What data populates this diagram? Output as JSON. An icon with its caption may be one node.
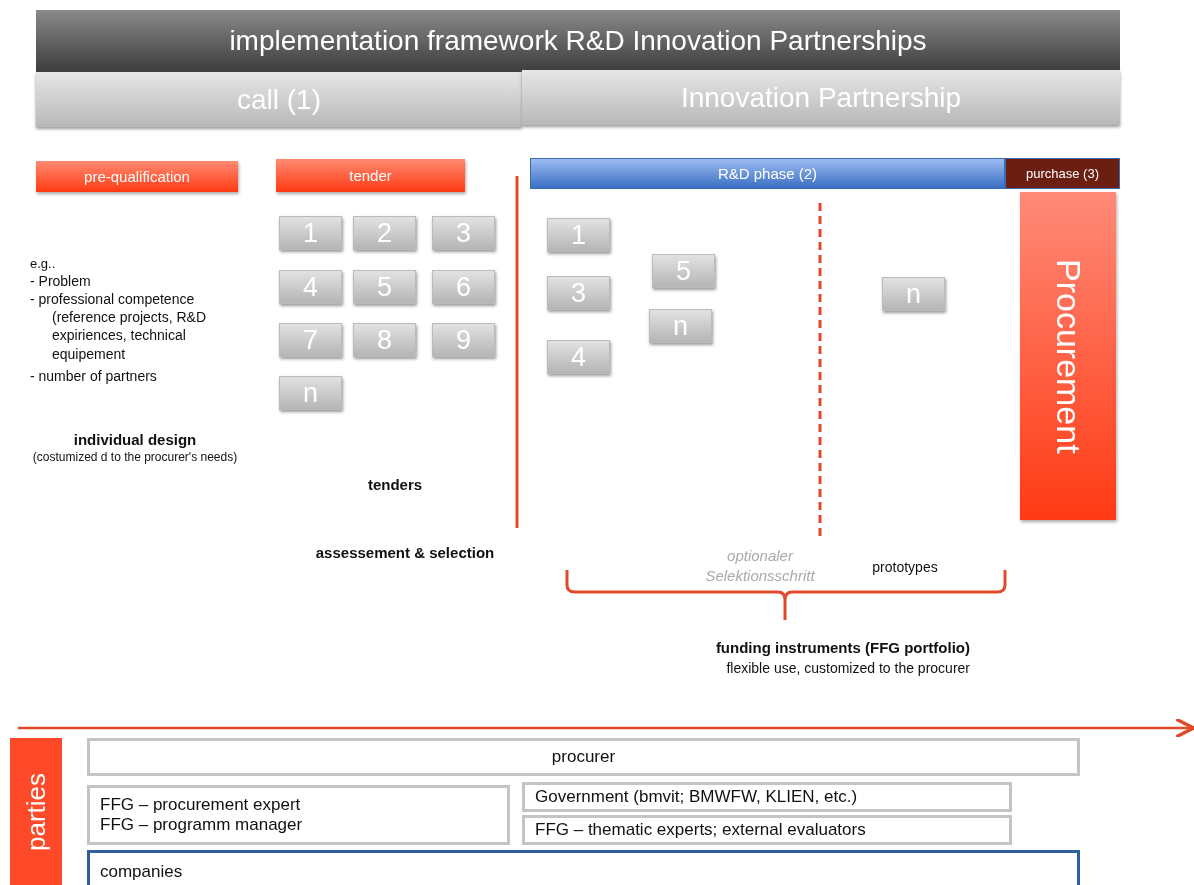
{
  "diagram": {
    "title": "implementation framework R&D Innovation Partnerships",
    "nodes": [
      {
        "text": [
          "call (1)"
        ]
      },
      {
        "text": [
          "Innovation Partnership"
        ]
      },
      {
        "text": [
          "pre-qualification"
        ]
      },
      {
        "text": [
          "tender"
        ]
      },
      {
        "text": [
          "1"
        ]
      },
      {
        "text": [
          "2"
        ]
      },
      {
        "text": [
          "3"
        ]
      },
      {
        "text": [
          "4"
        ]
      },
      {
        "text": [
          "5"
        ]
      },
      {
        "text": [
          "6"
        ]
      },
      {
        "text": [
          "7"
        ]
      },
      {
        "text": [
          "8"
        ]
      },
      {
        "text": [
          "9"
        ]
      },
      {
        "text": [
          "n"
        ]
      },
      {
        "text": [
          "R&D phase (2)"
        ]
      },
      {
        "text": [
          "purchase (3)"
        ]
      },
      {
        "text": [
          "1"
        ]
      },
      {
        "text": [
          "3"
        ]
      },
      {
        "text": [
          "4"
        ]
      },
      {
        "text": [
          "5"
        ]
      },
      {
        "text": [
          "n"
        ]
      },
      {
        "text": [
          "n"
        ]
      },
      {
        "text": [
          "Procurement"
        ]
      },
      {
        "text": [
          "parties"
        ]
      },
      {
        "text": [
          "procurer"
        ]
      },
      {
        "text": [
          "FFG – procurement expert",
          "FFG – programm manager"
        ]
      },
      {
        "text": [
          "Government (bmvit; BMWFW, KLIEN, etc.)"
        ]
      },
      {
        "text": [
          "FFG – thematic experts; external evaluators"
        ]
      },
      {
        "text": [
          "companies"
        ]
      }
    ],
    "labels": [
      "e.g..",
      "- Problem",
      "- professional competence (reference projects, R&D expiriences, technical equipement",
      "- number of partners",
      "individual design",
      "(costumized d to the procurer's needs)",
      "tenders",
      "assessement & selection",
      "optionaler Selektionsschritt",
      "prototypes",
      "funding instruments (FFG portfolio)",
      "flexible use, customized to the procurer"
    ]
  }
}
